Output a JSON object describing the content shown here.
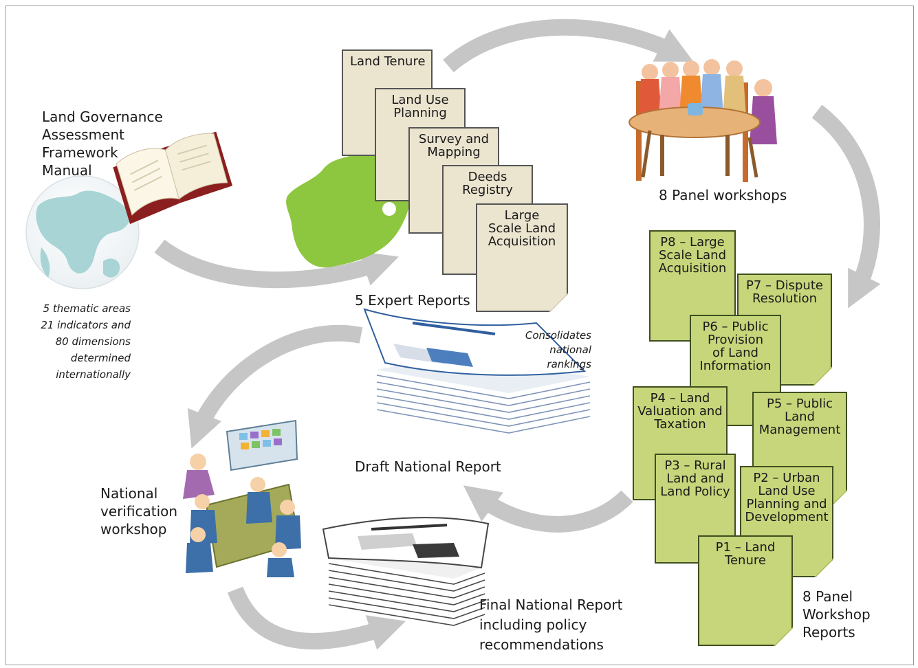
{
  "intro": {
    "title": "Land Governance\nAssessment\nFramework\nManual",
    "note": "5 thematic areas\n21 indicators and\n80 dimensions\ndetermined\ninternationally"
  },
  "expert_reports": {
    "docs": [
      "Land Tenure",
      "Land Use\nPlanning",
      "Survey and\nMapping",
      "Deeds\nRegistry",
      "Large\nScale Land\nAcquisition"
    ],
    "caption": "5 Expert Reports"
  },
  "panel_workshops": {
    "caption": "8 Panel workshops"
  },
  "panel_reports": {
    "docs": [
      "P8 – Large\nScale Land\nAcquisition",
      "P7 – Dispute\nResolution",
      "P6 – Public\nProvision\nof Land\nInformation",
      "P4 – Land\nValuation and\nTaxation",
      "P5 – Public\nLand\nManagement",
      "P3 – Rural\nLand and\nLand Policy",
      "P2 – Urban\nLand Use\nPlanning and\nDevelopment",
      "P1 – Land\nTenure"
    ],
    "caption": "8 Panel\nWorkshop\nReports"
  },
  "draft_report": {
    "caption": "Draft National Report",
    "note": "Consolidates\nnational\nrankings"
  },
  "verification": {
    "caption": "National\nverification\nworkshop"
  },
  "final_report": {
    "caption": "Final National Report\nincluding policy\nrecommendations"
  },
  "colors": {
    "arrow": "#c6c6c6",
    "tan_doc": "#ebe4cf",
    "green_doc": "#c7d67a",
    "africa": "#8dc63f",
    "globe": "#a8d4d6"
  }
}
